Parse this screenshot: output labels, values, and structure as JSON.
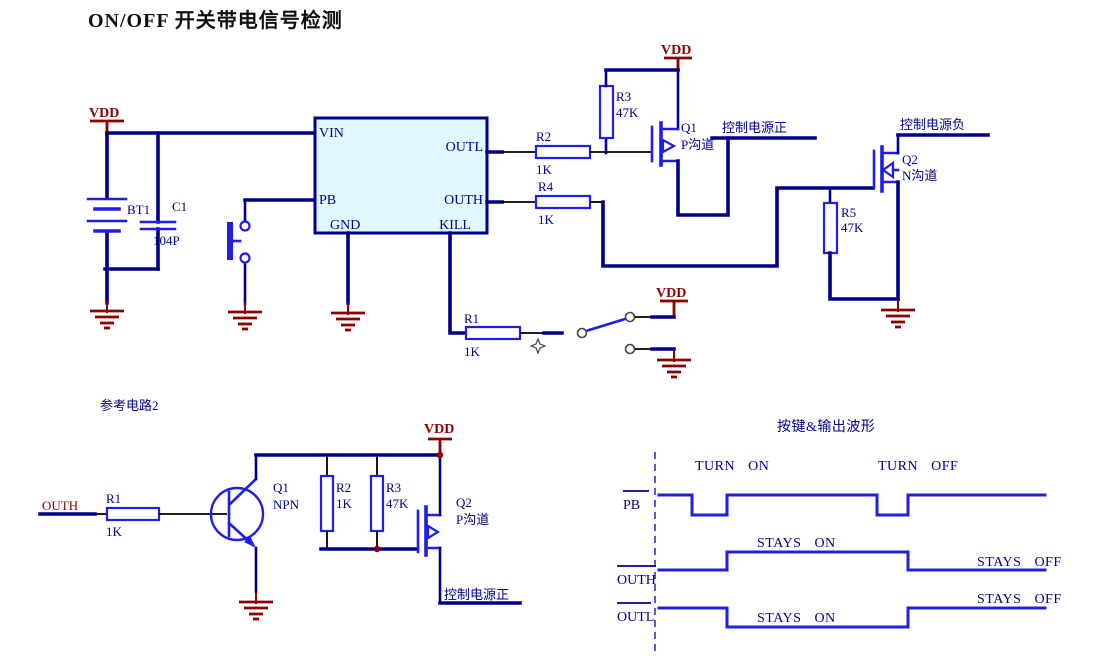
{
  "title": "ON/OFF 开关带电信号检测",
  "colors": {
    "wire": "#00008B",
    "component": "#1E1EE8",
    "power": "#8B0000",
    "ic_fill": "#E0F8FF",
    "waveform": "#2020E0",
    "label_text": "#00008B"
  },
  "main": {
    "vdd": "VDD",
    "battery_ref": "BT1",
    "cap_ref": "C1",
    "cap_value": "104P",
    "ic": {
      "vin": "VIN",
      "pb": "PB",
      "gnd": "GND",
      "outl": "OUTL",
      "outh": "OUTH",
      "kill": "KILL"
    },
    "r1_ref": "R1",
    "r1_val": "1K",
    "r2_ref": "R2",
    "r2_val": "1K",
    "r3_ref": "R3",
    "r3_val": "47K",
    "r4_ref": "R4",
    "r4_val": "1K",
    "r5_ref": "R5",
    "r5_val": "47K",
    "q1_ref": "Q1",
    "q1_type": "P沟道",
    "q2_ref": "Q2",
    "q2_type": "N沟道",
    "net_ctrl_pos": "控制电源正",
    "net_ctrl_neg": "控制电源负"
  },
  "ref2": {
    "caption": "参考电路2",
    "net_outh": "OUTH",
    "vdd": "VDD",
    "r1_ref": "R1",
    "r1_val": "1K",
    "r2_ref": "R2",
    "r2_val": "1K",
    "r3_ref": "R3",
    "r3_val": "47K",
    "q1_ref": "Q1",
    "q1_type": "NPN",
    "q2_ref": "Q2",
    "q2_type": "P沟道",
    "net_ctrl_pos": "控制电源正"
  },
  "waveform": {
    "title": "按键&输出波形",
    "pb": "PB",
    "outh": "OUTH",
    "outl": "OUTL",
    "turn_on": "TURN ON",
    "turn_off": "TURN OFF",
    "stays_on": "STAYS ON",
    "stays_off": "STAYS OFF"
  }
}
